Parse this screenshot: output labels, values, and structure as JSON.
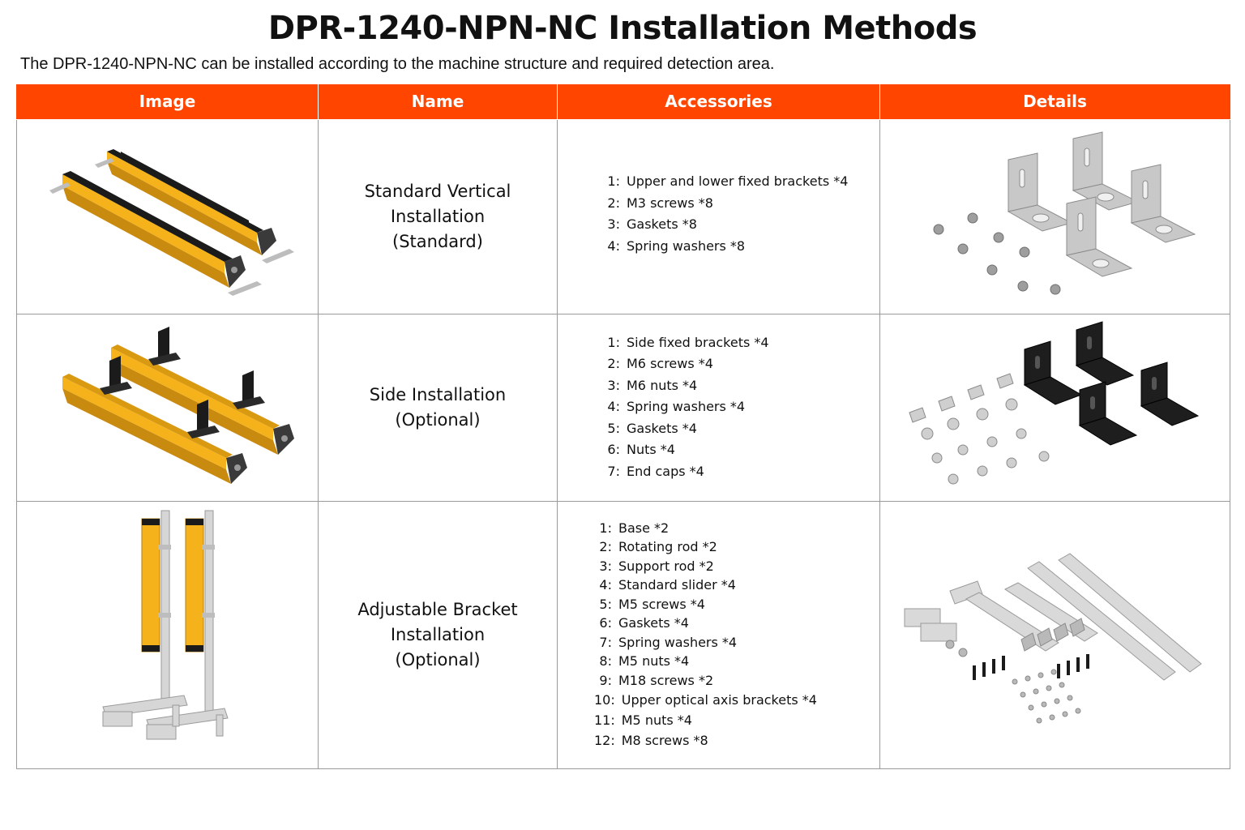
{
  "title": "DPR-1240-NPN-NC Installation Methods",
  "subtitle": "The DPR-1240-NPN-NC can be installed according to the machine structure and required detection area.",
  "colors": {
    "header_bg": "#ff4500",
    "header_text": "#ffffff",
    "bar_yellow": "#f5b21a",
    "bar_black": "#1b1b1b",
    "metal": "#c8c8c8"
  },
  "table": {
    "headers": [
      "Image",
      "Name",
      "Accessories",
      "Details"
    ],
    "rows": [
      {
        "image_icon": "light-curtain-standard-image",
        "name_lines": [
          "Standard Vertical",
          "Installation",
          "(Standard)"
        ],
        "accessories": [
          {
            "num": "1:",
            "text": "Upper and lower fixed brackets *4"
          },
          {
            "num": "2:",
            "text": "M3 screws *8"
          },
          {
            "num": "3:",
            "text": "Gaskets *8"
          },
          {
            "num": "4:",
            "text": "Spring washers *8"
          }
        ],
        "details_icon": "metal-brackets-image"
      },
      {
        "image_icon": "light-curtain-side-mount-image",
        "name_lines": [
          "Side Installation",
          "(Optional)"
        ],
        "accessories": [
          {
            "num": "1:",
            "text": "Side fixed brackets *4"
          },
          {
            "num": "2:",
            "text": "M6 screws *4"
          },
          {
            "num": "3:",
            "text": "M6 nuts *4"
          },
          {
            "num": "4:",
            "text": "Spring washers *4"
          },
          {
            "num": "5:",
            "text": "Gaskets *4"
          },
          {
            "num": "6:",
            "text": "Nuts *4"
          },
          {
            "num": "7:",
            "text": "End caps *4"
          }
        ],
        "details_icon": "black-side-brackets-image"
      },
      {
        "image_icon": "light-curtain-adjustable-stand-image",
        "name_lines": [
          "Adjustable Bracket",
          "Installation",
          "(Optional)"
        ],
        "accessories": [
          {
            "num": "1:",
            "text": "Base *2"
          },
          {
            "num": "2:",
            "text": "Rotating rod *2"
          },
          {
            "num": "3:",
            "text": "Support rod *2"
          },
          {
            "num": "4:",
            "text": "Standard slider *4"
          },
          {
            "num": "5:",
            "text": "M5 screws *4"
          },
          {
            "num": "6:",
            "text": "Gaskets *4"
          },
          {
            "num": "7:",
            "text": "Spring washers *4"
          },
          {
            "num": "8:",
            "text": "M5 nuts *4"
          },
          {
            "num": "9:",
            "text": "M18 screws *2"
          },
          {
            "num": "10:",
            "text": "Upper optical axis brackets *4"
          },
          {
            "num": "11:",
            "text": "M5 nuts *4"
          },
          {
            "num": "12:",
            "text": "M8 screws *8"
          }
        ],
        "details_icon": "adjustable-bracket-parts-image"
      }
    ]
  }
}
